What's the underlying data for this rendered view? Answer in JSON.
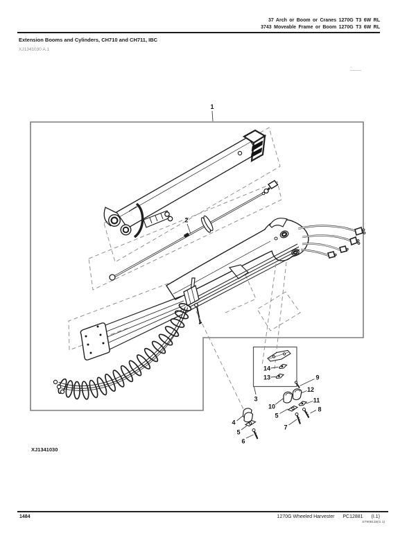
{
  "header": {
    "right_line1": "37 Arch or Boom or Cranes 1270G T3 6W RL",
    "right_line2": "3743 Moveable Frame or Boom 1270G T3 6W RL",
    "section_title": "Extension Booms and Cylinders, CH710 and CH711, IBC",
    "figure_code": "XJ1341030 A.1",
    "note_mark": "~"
  },
  "diagram": {
    "figure_label": "XJ1341030",
    "callouts": [
      {
        "label": "1"
      },
      {
        "label": "2"
      },
      {
        "label": "3"
      },
      {
        "label": "4"
      },
      {
        "label": "5"
      },
      {
        "label": "6"
      },
      {
        "label": "7"
      },
      {
        "label": "5"
      },
      {
        "label": "8"
      },
      {
        "label": "9"
      },
      {
        "label": "10"
      },
      {
        "label": "11"
      },
      {
        "label": "12"
      },
      {
        "label": "13"
      },
      {
        "label": "14"
      }
    ]
  },
  "footer": {
    "page_number": "1484",
    "model": "1270G Wheeled Harvester",
    "catalog": "PC12881",
    "revision": "(I.1)",
    "doc_code": "ST908119(G.1)"
  },
  "colors": {
    "line": "#1f1f1f",
    "box_border": "#7d7d7d",
    "dashed": "#909090"
  }
}
